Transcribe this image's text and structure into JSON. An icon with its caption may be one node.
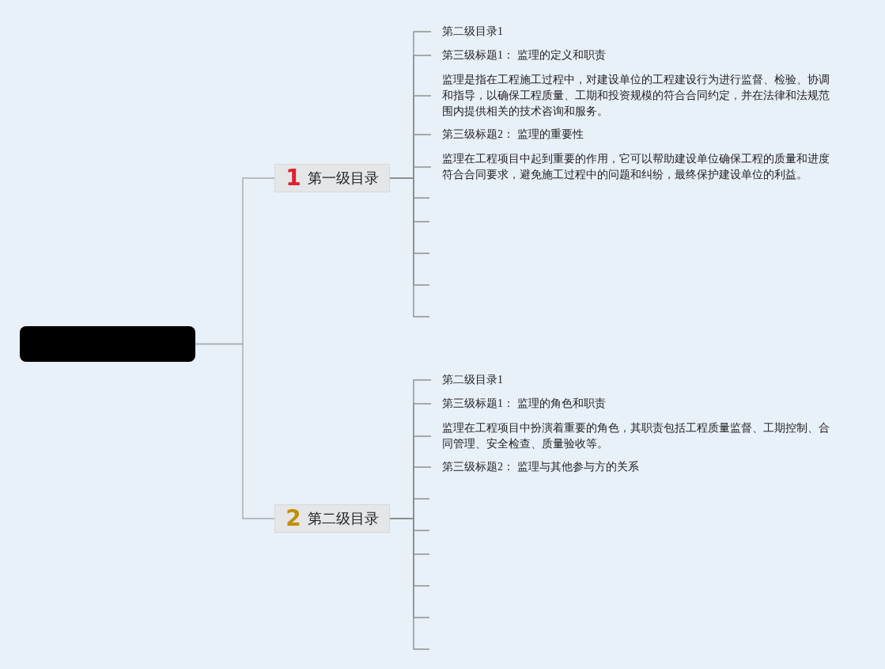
{
  "diagram": {
    "nodes": [
      {
        "text": [],
        "shape": "box"
      },
      {
        "text": [
          "1",
          "第一级目录"
        ]
      },
      {
        "text": [
          "第二级目录1"
        ]
      },
      {
        "text": [
          "第三级标题1： 监理的定义和职责"
        ]
      },
      {
        "text": [
          "监理是指在工程施工过程中，对建设单位的工程建设行为进行监督、检验、协调和指导，以确保工程质量、工期和投资规模的符合合同约定，并在法律和法规范围内提供相关的技术咨询和服务。"
        ]
      },
      {
        "text": [
          "第三级标题2： 监理的重要性"
        ]
      },
      {
        "text": [
          "监理在工程项目中起到重要的作用，它可以帮助建设单位确保工程的质量和进度符合合同要求，避免施工过程中的问题和纠纷，最终保护建设单位的利益。"
        ]
      },
      {
        "text": [
          "2",
          "第二级目录"
        ]
      },
      {
        "text": [
          "第二级目录1"
        ]
      },
      {
        "text": [
          "第三级标题1： 监理的角色和职责"
        ]
      },
      {
        "text": [
          "监理在工程项目中扮演着重要的角色，其职责包括工程质量监督、工期控制、合同管理、安全检查、质量验收等。"
        ]
      },
      {
        "text": [
          "第三级标题2： 监理与其他参与方的关系"
        ]
      }
    ],
    "edges": [
      {
        "from": 0,
        "to": 1,
        "arrow": "none"
      },
      {
        "from": 0,
        "to": 7,
        "arrow": "none"
      },
      {
        "from": 1,
        "to": 2,
        "arrow": "none"
      },
      {
        "from": 1,
        "to": 3,
        "arrow": "none"
      },
      {
        "from": 1,
        "to": 4,
        "arrow": "none"
      },
      {
        "from": 1,
        "to": 5,
        "arrow": "none"
      },
      {
        "from": 1,
        "to": 6,
        "arrow": "none"
      },
      {
        "from": 1,
        "to": null,
        "arrow": "none"
      },
      {
        "from": 1,
        "to": null,
        "arrow": "none"
      },
      {
        "from": 1,
        "to": null,
        "arrow": "none"
      },
      {
        "from": 1,
        "to": null,
        "arrow": "none"
      },
      {
        "from": 1,
        "to": null,
        "arrow": "none"
      },
      {
        "from": 7,
        "to": 8,
        "arrow": "none"
      },
      {
        "from": 7,
        "to": 9,
        "arrow": "none"
      },
      {
        "from": 7,
        "to": 10,
        "arrow": "none"
      },
      {
        "from": 7,
        "to": 11,
        "arrow": "none"
      },
      {
        "from": 7,
        "to": null,
        "arrow": "none"
      },
      {
        "from": 7,
        "to": null,
        "arrow": "none"
      },
      {
        "from": 7,
        "to": null,
        "arrow": "none"
      },
      {
        "from": 7,
        "to": null,
        "arrow": "none"
      },
      {
        "from": 7,
        "to": null,
        "arrow": "none"
      },
      {
        "from": 7,
        "to": null,
        "arrow": "none"
      }
    ]
  }
}
